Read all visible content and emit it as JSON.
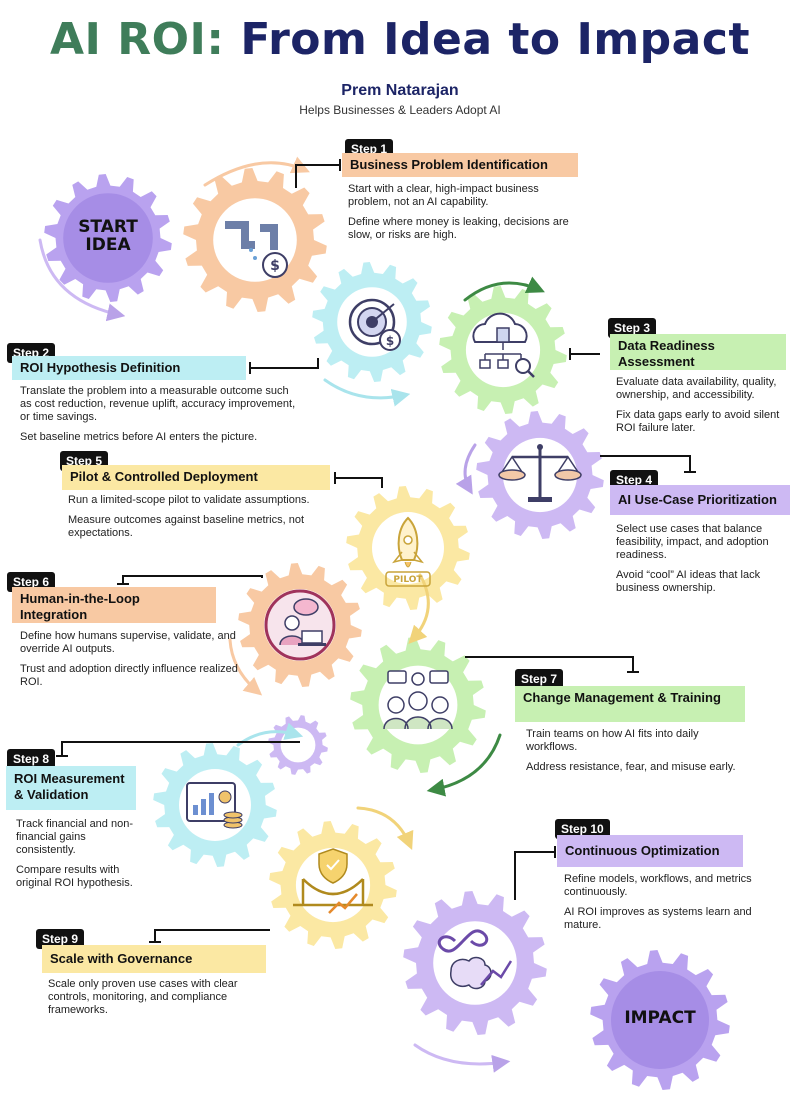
{
  "title": {
    "part1": "AI ROI:",
    "part2": "From Idea to Impact"
  },
  "author": "Prem Natarajan",
  "tagline": "Helps Businesses & Leaders Adopt AI",
  "start_label": [
    "START",
    "IDEA"
  ],
  "end_label": "IMPACT",
  "pilot_label": "PILOT",
  "colors": {
    "peach": "#f8c9a3",
    "cyan": "#bdeef3",
    "green": "#c7f0b2",
    "lavender": "#cdb9f3",
    "yellow": "#fbe8a3",
    "title_green": "#3f7d5a",
    "title_navy": "#1c2466"
  },
  "steps": [
    {
      "badge": "Step 1",
      "title": "Business Problem Identification",
      "desc": [
        "Start with a clear, high-impact business problem, not an AI capability.",
        "Define where money is leaking, decisions are slow, or risks are high."
      ],
      "icon": "broken-pipe-money-icon"
    },
    {
      "badge": "Step 2",
      "title": "ROI Hypothesis Definition",
      "desc": [
        "Translate the problem into a measurable outcome such as cost reduction, revenue uplift, accuracy improvement, or time savings.",
        "Set baseline metrics before AI enters the picture."
      ],
      "icon": "target-dollar-icon"
    },
    {
      "badge": "Step 3",
      "title": "Data Readiness Assessment",
      "desc": [
        "Evaluate data availability, quality, ownership, and accessibility.",
        "Fix data gaps early to avoid silent ROI failure later."
      ],
      "icon": "cloud-data-icon"
    },
    {
      "badge": "Step 4",
      "title": "AI Use-Case Prioritization",
      "desc": [
        "Select use cases that balance feasibility, impact, and adoption readiness.",
        "Avoid “cool” AI ideas that lack business ownership."
      ],
      "icon": "balance-scale-icon"
    },
    {
      "badge": "Step 5",
      "title": "Pilot & Controlled Deployment",
      "desc": [
        "Run a limited-scope pilot to validate assumptions.",
        "Measure outcomes against baseline metrics, not expectations."
      ],
      "icon": "rocket-icon"
    },
    {
      "badge": "Step 6",
      "title": "Human-in-the-Loop Integration",
      "desc": [
        "Define how humans supervise, validate, and override AI outputs.",
        "Trust and adoption directly influence realized ROI."
      ],
      "icon": "human-brain-laptop-icon"
    },
    {
      "badge": "Step 7",
      "title": "Change Management & Training",
      "desc": [
        "Train teams on how AI fits into daily workflows.",
        "Address resistance, fear, and misuse early."
      ],
      "icon": "team-training-icon"
    },
    {
      "badge": "Step 8",
      "title": "ROI Measurement & Validation",
      "desc": [
        "Track financial and non-financial gains consistently.",
        "Compare results with original ROI hypothesis."
      ],
      "icon": "dashboard-coins-icon"
    },
    {
      "badge": "Step 9",
      "title": "Scale with Governance",
      "desc": [
        "Scale only proven use cases with clear controls, monitoring, and compliance frameworks."
      ],
      "icon": "shield-bridge-icon"
    },
    {
      "badge": "Step 10",
      "title": "Continuous Optimization",
      "desc": [
        "Refine models, workflows, and metrics continuously.",
        "AI ROI improves as systems learn and mature."
      ],
      "icon": "infinity-brain-icon"
    }
  ]
}
